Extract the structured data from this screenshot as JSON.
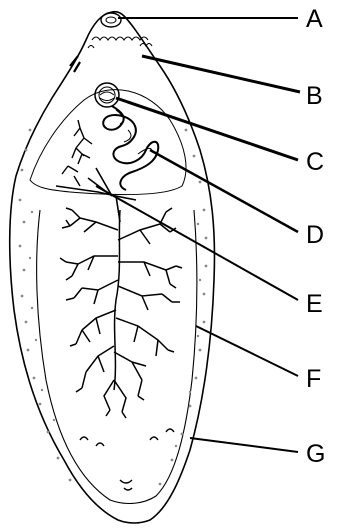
{
  "labels": {
    "a": "A",
    "b": "B",
    "c": "C",
    "d": "D",
    "e": "E",
    "f": "F",
    "g": "G"
  },
  "colors": {
    "ink": "#000000",
    "background": "#ffffff",
    "stipple": "#8a8a8a"
  }
}
